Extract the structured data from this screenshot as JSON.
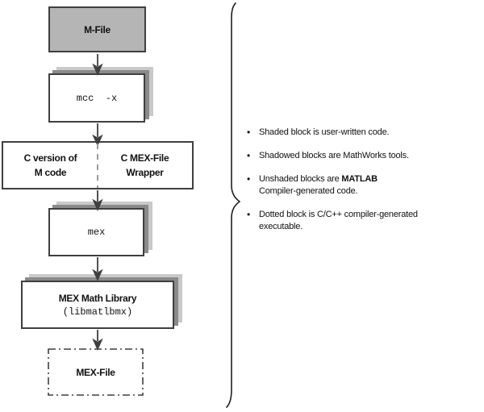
{
  "colors": {
    "shaded_fill": "#b5b5b5",
    "border": "#3f3f3f",
    "shadow_dark": "#8a8a8a",
    "shadow_light": "#c9c9c9",
    "divider": "#9b9b9b",
    "arrow": "#3f3f3f",
    "brace": "#1f1f1f",
    "text": "#111111"
  },
  "flowchart": {
    "nodes": {
      "mfile": {
        "label": "M-File",
        "style": "shaded"
      },
      "mcc": {
        "label": "mcc  -x",
        "style": "shadowed"
      },
      "generated": {
        "left_line1": "C version of",
        "left_line2": "M code",
        "right_line1": "C MEX-File",
        "right_line2": "Wrapper",
        "style": "unshaded"
      },
      "mex": {
        "label": "mex",
        "style": "shadowed"
      },
      "library": {
        "title": "MEX Math Library",
        "subtitle": "(libmatlbmx)",
        "style": "shadowed"
      },
      "mexfile": {
        "label": "MEX-File",
        "style": "dotted"
      }
    }
  },
  "legend": {
    "bullet_glyph": "•",
    "items": {
      "b1": {
        "line1": "Shaded block is user-written code."
      },
      "b2": {
        "line1": "Shadowed blocks are MathWorks tools."
      },
      "b3": {
        "line1_text": "Unshaded blocks are ",
        "line1_bold": "MATLAB",
        "line2": "Compiler-generated code."
      },
      "b4": {
        "line1": "Dotted block is C/C++ compiler-generated",
        "line2": "executable."
      }
    }
  }
}
